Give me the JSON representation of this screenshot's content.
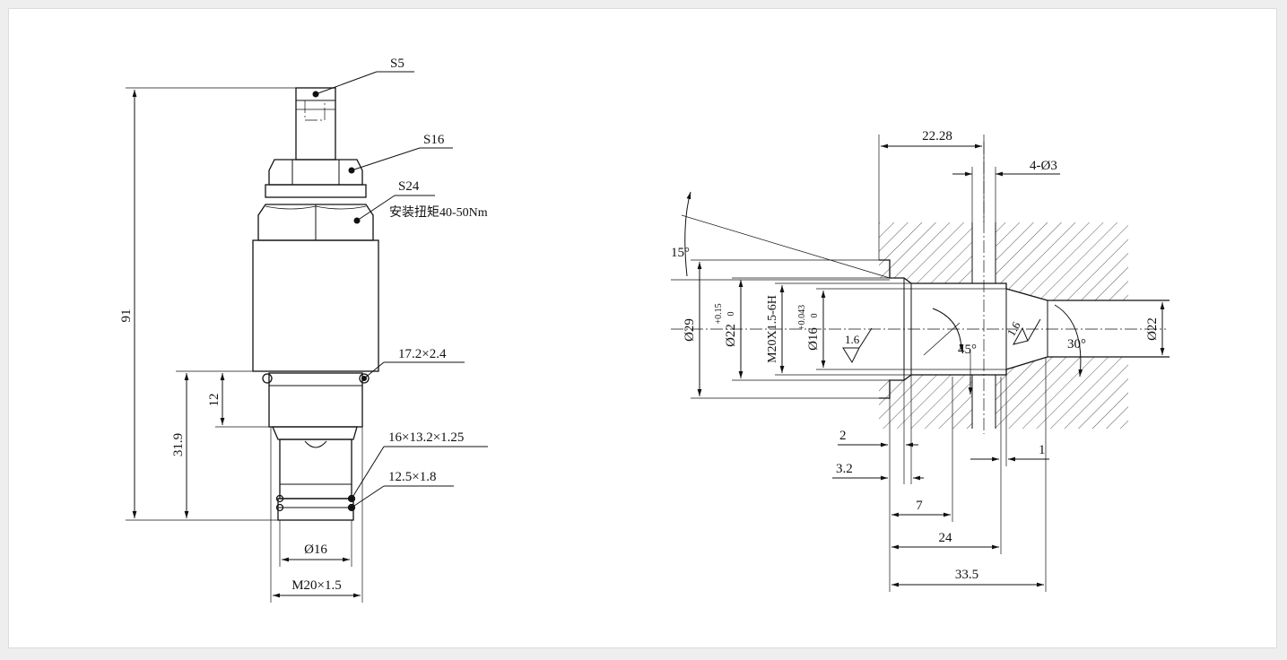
{
  "colors": {
    "line": "#111111",
    "background": "#ffffff",
    "border": "#dcdcdc"
  },
  "left_view": {
    "labels": {
      "s5": "S5",
      "s16": "S16",
      "s24": "S24",
      "torque": "安装扭矩40-50Nm",
      "oring_1": "17.2×2.4",
      "oring_2": "16×13.2×1.25",
      "oring_3": "12.5×1.8"
    },
    "dims": {
      "total_height": "91",
      "lower_height": "31.9",
      "gap": "12",
      "inner_dia": "Ø16",
      "thread": "M20×1.5"
    }
  },
  "right_view": {
    "dims": {
      "width_top": "22.28",
      "slot": "4-Ø3",
      "angle_15": "15°",
      "dia_29": "Ø29",
      "dia_22_tol": "Ø22",
      "tol_22_upper": "+0.15",
      "tol_22_lower": "0",
      "thread": "M20X1.5-6H",
      "dia_16_tol": "Ø16",
      "tol_16_upper": "+0.043",
      "tol_16_lower": "0",
      "rough_1": "1.6",
      "rough_2": "1.6",
      "angle_45": "45°",
      "angle_30": "30°",
      "dia_22": "Ø22",
      "d2": "2",
      "d3_2": "3.2",
      "d7": "7",
      "d24": "24",
      "d33_5": "33.5",
      "d1": "1"
    }
  }
}
